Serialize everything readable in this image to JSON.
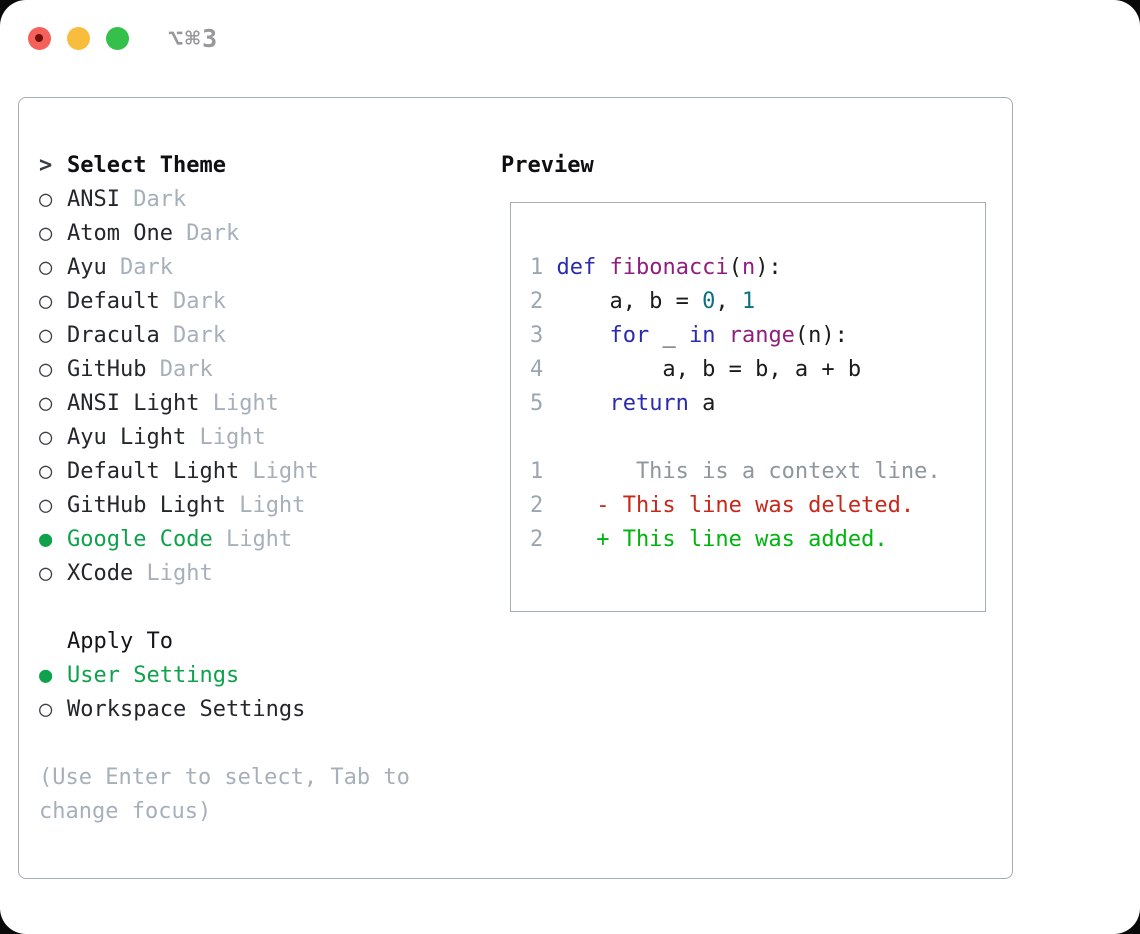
{
  "window": {
    "title": "⌥⌘3",
    "controls": [
      "close-button",
      "minimize-button",
      "zoom-button"
    ]
  },
  "theme_panel": {
    "header_prefix": ">",
    "header": "Select Theme",
    "themes": [
      {
        "name": "ANSI",
        "variant": "Dark",
        "selected": false
      },
      {
        "name": "Atom One",
        "variant": "Dark",
        "selected": false
      },
      {
        "name": "Ayu",
        "variant": "Dark",
        "selected": false
      },
      {
        "name": "Default",
        "variant": "Dark",
        "selected": false
      },
      {
        "name": "Dracula",
        "variant": "Dark",
        "selected": false
      },
      {
        "name": "GitHub",
        "variant": "Dark",
        "selected": false
      },
      {
        "name": "ANSI Light",
        "variant": "Light",
        "selected": false
      },
      {
        "name": "Ayu Light",
        "variant": "Light",
        "selected": false
      },
      {
        "name": "Default Light",
        "variant": "Light",
        "selected": false
      },
      {
        "name": "GitHub Light",
        "variant": "Light",
        "selected": false
      },
      {
        "name": "Google Code",
        "variant": "Light",
        "selected": true
      },
      {
        "name": "XCode",
        "variant": "Light",
        "selected": false
      }
    ],
    "apply_to": {
      "header": "Apply To",
      "options": [
        {
          "label": "User Settings",
          "selected": true
        },
        {
          "label": "Workspace Settings",
          "selected": false
        }
      ]
    },
    "help_lines": [
      "(Use Enter to select, Tab to",
      "change focus)"
    ]
  },
  "preview": {
    "header": "Preview",
    "code_lines": [
      {
        "num": "1",
        "tokens": [
          {
            "type": "kw",
            "text": "def"
          },
          {
            "type": "pl",
            "text": " "
          },
          {
            "type": "fn",
            "text": "fibonacci"
          },
          {
            "type": "pl",
            "text": "("
          },
          {
            "type": "fn",
            "text": "n"
          },
          {
            "type": "pl",
            "text": "):"
          }
        ]
      },
      {
        "num": "2",
        "tokens": [
          {
            "type": "pl",
            "text": "    a, b = "
          },
          {
            "type": "num",
            "text": "0"
          },
          {
            "type": "pl",
            "text": ", "
          },
          {
            "type": "num",
            "text": "1"
          }
        ]
      },
      {
        "num": "3",
        "tokens": [
          {
            "type": "pl",
            "text": "    "
          },
          {
            "type": "kw",
            "text": "for"
          },
          {
            "type": "pl",
            "text": " _ "
          },
          {
            "type": "kw",
            "text": "in"
          },
          {
            "type": "pl",
            "text": " "
          },
          {
            "type": "fn",
            "text": "range"
          },
          {
            "type": "pl",
            "text": "(n):"
          }
        ]
      },
      {
        "num": "4",
        "tokens": [
          {
            "type": "pl",
            "text": "        a, b = b, a + b"
          }
        ]
      },
      {
        "num": "5",
        "tokens": [
          {
            "type": "pl",
            "text": "    "
          },
          {
            "type": "kw",
            "text": "return"
          },
          {
            "type": "pl",
            "text": " a"
          }
        ]
      }
    ],
    "diff_lines": [
      {
        "num": "1",
        "type": "context",
        "text": "      This is a context line."
      },
      {
        "num": "2",
        "type": "deleted",
        "text": "   - This line was deleted."
      },
      {
        "num": "2",
        "type": "added",
        "text": "   + This line was added."
      }
    ]
  },
  "colors": {
    "accent_green": "#0fa24c",
    "added_green": "#00b40e",
    "deleted_red": "#c9271a",
    "keyword_blue": "#2b2bae",
    "function_purple": "#8e1f7e",
    "literal_teal": "#0c7080",
    "context_gray": "#8f969c",
    "line_number_gray": "#9ba6b2",
    "muted_gray": "#a7b0ba",
    "text_dark": "#23272c",
    "border_gray": "#a4acb6",
    "traffic_red": "#f6605a",
    "traffic_yellow": "#f9bd3e",
    "traffic_green": "#35c04c"
  }
}
